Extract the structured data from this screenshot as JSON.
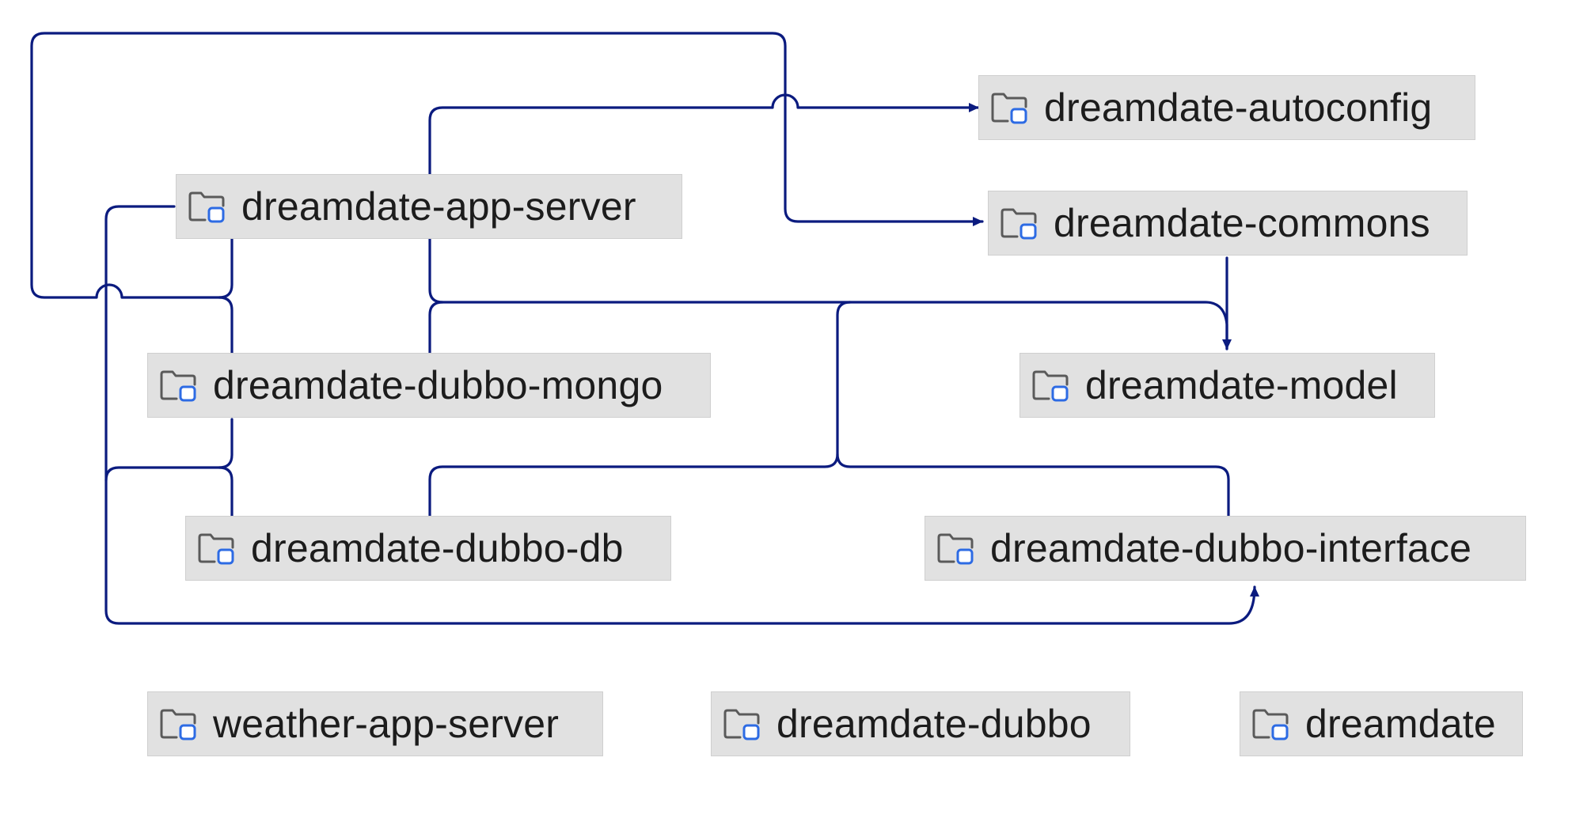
{
  "diagram": {
    "edge_color": "#0b1b7f",
    "node_background": "#e1e1e1",
    "icon_folder_color": "#5a5a5a",
    "icon_module_color": "#2d6be4",
    "nodes": {
      "autoconfig": {
        "label": "dreamdate-autoconfig",
        "icon": "module-folder-icon"
      },
      "app_server": {
        "label": "dreamdate-app-server",
        "icon": "module-folder-icon"
      },
      "commons": {
        "label": "dreamdate-commons",
        "icon": "module-folder-icon"
      },
      "dubbo_mongo": {
        "label": "dreamdate-dubbo-mongo",
        "icon": "module-folder-icon"
      },
      "model": {
        "label": "dreamdate-model",
        "icon": "module-folder-icon"
      },
      "dubbo_db": {
        "label": "dreamdate-dubbo-db",
        "icon": "module-folder-icon"
      },
      "dubbo_interface": {
        "label": "dreamdate-dubbo-interface",
        "icon": "module-folder-icon"
      },
      "weather_app_server": {
        "label": "weather-app-server",
        "icon": "module-folder-icon"
      },
      "dubbo": {
        "label": "dreamdate-dubbo",
        "icon": "module-folder-icon"
      },
      "root": {
        "label": "dreamdate",
        "icon": "module-folder-icon"
      }
    },
    "dependencies": [
      {
        "from": "dreamdate-app-server",
        "to": "dreamdate-dubbo-interface"
      },
      {
        "from": "dreamdate-app-server",
        "to": "dreamdate-commons"
      },
      {
        "from": "dreamdate-app-server",
        "to": "dreamdate-model"
      },
      {
        "from": "dreamdate-dubbo-mongo",
        "to": "dreamdate-autoconfig"
      },
      {
        "from": "dreamdate-dubbo-mongo",
        "to": "dreamdate-commons"
      },
      {
        "from": "dreamdate-dubbo-mongo",
        "to": "dreamdate-dubbo-interface"
      },
      {
        "from": "dreamdate-dubbo-db",
        "to": "dreamdate-model"
      },
      {
        "from": "dreamdate-dubbo-db",
        "to": "dreamdate-dubbo-interface"
      },
      {
        "from": "dreamdate-dubbo-interface",
        "to": "dreamdate-model"
      },
      {
        "from": "dreamdate-commons",
        "to": "dreamdate-model"
      }
    ]
  }
}
